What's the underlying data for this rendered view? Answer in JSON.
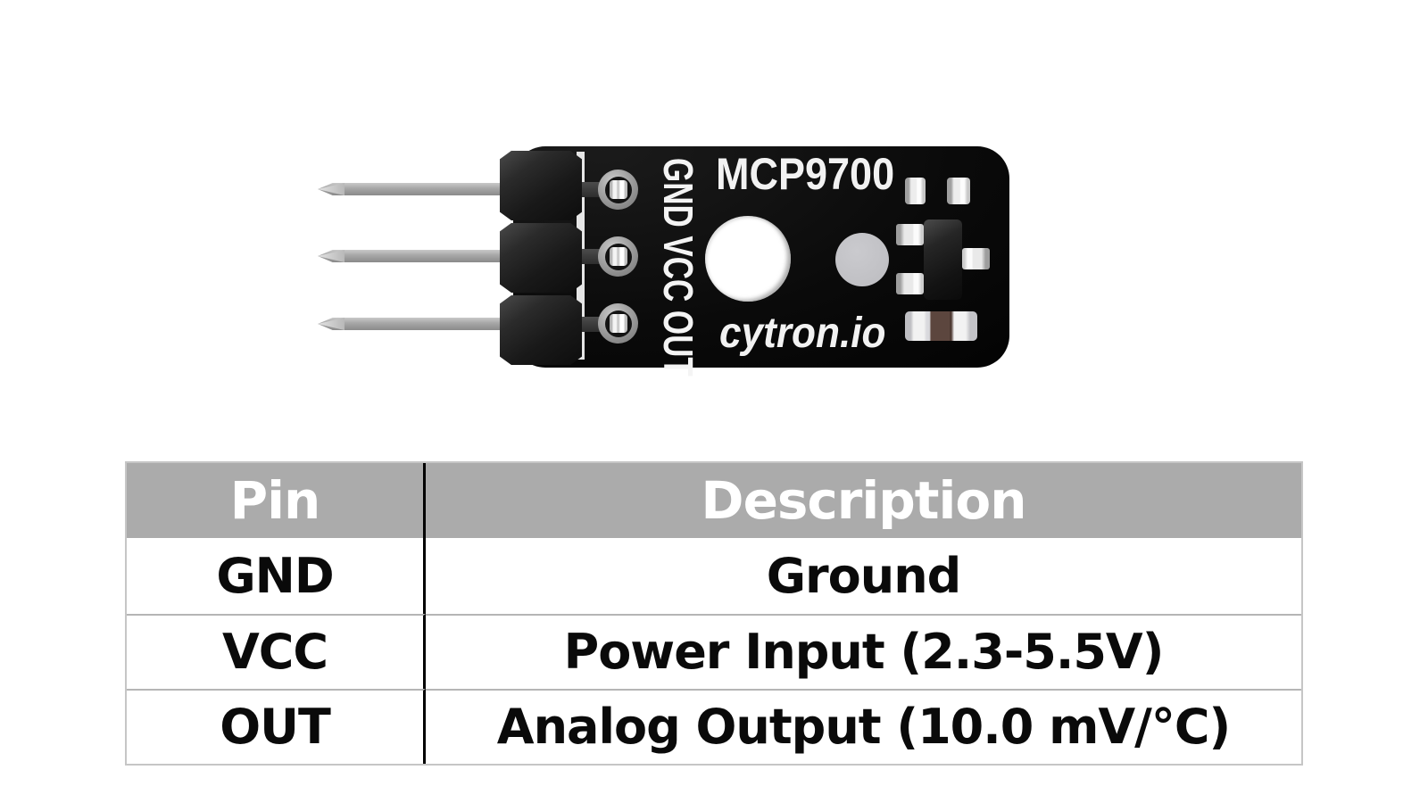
{
  "module": {
    "name_label": "MCP9700",
    "brand_label": "cytron.io",
    "pin_header_label": "GND VCC OUT",
    "board_color": "#0b0b0b",
    "silkscreen_color": "#f2f2f2"
  },
  "pin_table": {
    "headers": [
      "Pin",
      "Description"
    ],
    "rows": [
      {
        "pin": "GND",
        "description": "Ground"
      },
      {
        "pin": "VCC",
        "description": "Power Input (2.3-5.5V)"
      },
      {
        "pin": "OUT",
        "description": "Analog Output (10.0 mV/°C)"
      }
    ],
    "header_bg": "#ababab",
    "header_text_color": "#ffffff",
    "row_divider_color": "#b5b5b5",
    "column_divider_color": "#000000"
  }
}
